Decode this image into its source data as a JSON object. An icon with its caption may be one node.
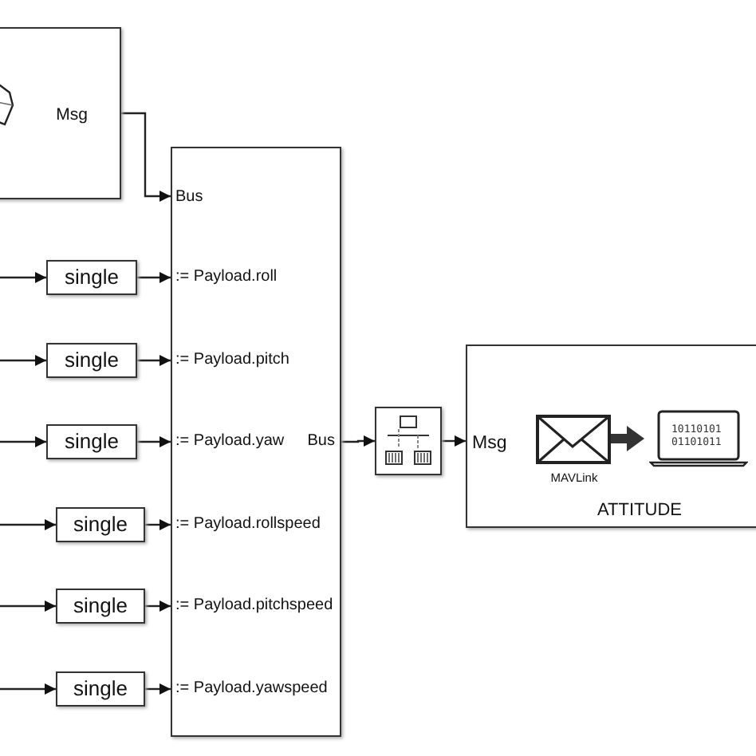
{
  "diagram": {
    "nodes": [
      {
        "text": [
          "Msg"
        ]
      },
      {
        "text": [
          "Bus",
          ":= Payload.roll",
          ":= Payload.pitch",
          ":= Payload.yaw",
          "Bus",
          ":= Payload.rollspeed",
          ":= Payload.pitchspeed",
          ":= Payload.yawspeed"
        ]
      },
      {
        "text": [
          "single"
        ]
      },
      {
        "text": [
          "single"
        ]
      },
      {
        "text": [
          "single"
        ]
      },
      {
        "text": [
          "single"
        ]
      },
      {
        "text": [
          "single"
        ]
      },
      {
        "text": [
          "single"
        ]
      },
      {
        "text": [],
        "shape": "box"
      },
      {
        "text": [
          "Msg",
          "MAVLink",
          "ATTITUDE"
        ]
      }
    ],
    "edges": [
      {
        "from": null,
        "to": 2,
        "arrow": "to"
      },
      {
        "from": null,
        "to": 3,
        "arrow": "to"
      },
      {
        "from": null,
        "to": 4,
        "arrow": "to"
      },
      {
        "from": null,
        "to": 5,
        "arrow": "to"
      },
      {
        "from": null,
        "to": 6,
        "arrow": "to"
      },
      {
        "from": null,
        "to": 7,
        "arrow": "to"
      },
      {
        "from": 2,
        "to": 1,
        "arrow": "to"
      },
      {
        "from": 3,
        "to": 1,
        "arrow": "to"
      },
      {
        "from": 4,
        "to": 1,
        "arrow": "to"
      },
      {
        "from": 5,
        "to": 1,
        "arrow": "to"
      },
      {
        "from": 6,
        "to": 1,
        "arrow": "to"
      },
      {
        "from": 7,
        "to": 1,
        "arrow": "to"
      },
      {
        "from": 0,
        "to": 1,
        "arrow": "to"
      },
      {
        "from": 1,
        "to": 8,
        "arrow": "to"
      },
      {
        "from": 8,
        "to": 9,
        "arrow": "to"
      }
    ],
    "labels": [
      "10110101",
      "01101011"
    ]
  }
}
